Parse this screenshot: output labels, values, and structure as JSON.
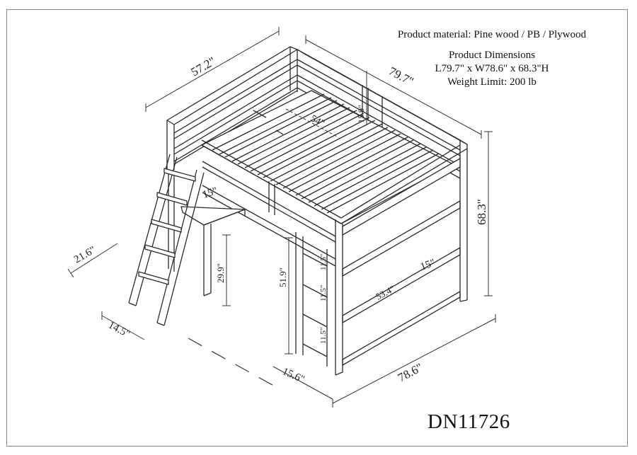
{
  "info": {
    "material": "Product material: Pine wood / PB / Plywood",
    "dimensions_title": "Product Dimensions",
    "dimensions": "L79.7\" x W78.6\" x 68.3\"H",
    "weight_limit": "Weight Limit: 200 lb"
  },
  "model_number": "DN11726",
  "dimensions": {
    "head_width": "57.2\"",
    "length": "79.7\"",
    "height": "68.3\"",
    "width": "78.6\"",
    "mattress_width": "54\"",
    "rail_height": "15.9\"",
    "desk_depth": "15\"",
    "desk_side": "21.6\"",
    "ladder_foot": "14.5\"",
    "desk_height": "29.9\"",
    "clearance": "51.9\"",
    "shelf_depth": "15\"",
    "shelf_width": "53.4\"",
    "shelf_gap_1": "11.5\"",
    "shelf_gap_2": "11.5\"",
    "shelf_gap_3": "11.5\"",
    "shelf_foot": "15.6\""
  },
  "colors": {
    "line": "#2a2a2a",
    "border": "#888888",
    "background": "#ffffff"
  }
}
